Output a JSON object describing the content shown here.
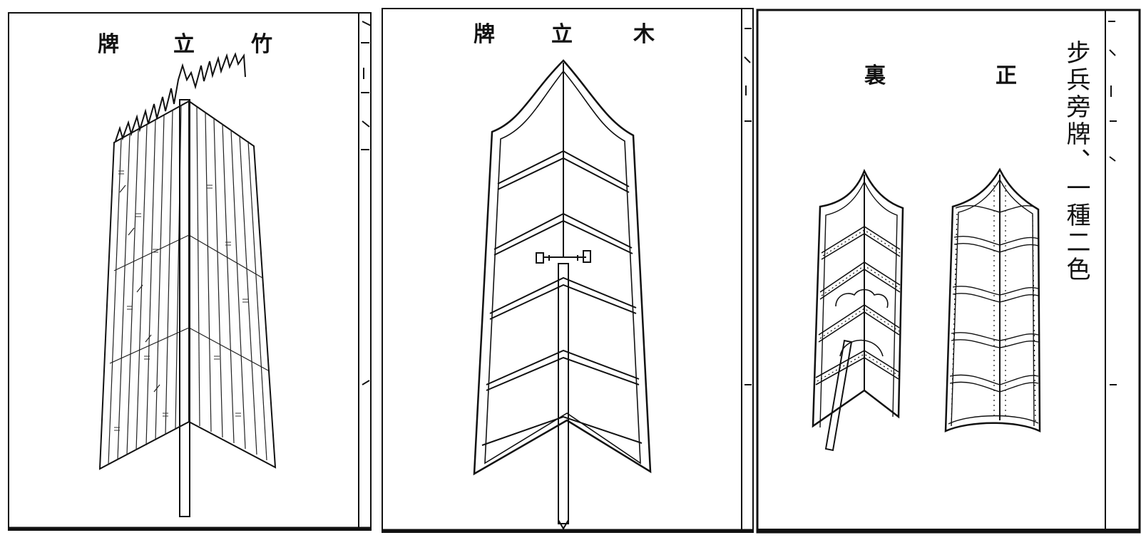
{
  "panel_1": {
    "caption": [
      "牌",
      "立",
      "竹"
    ]
  },
  "panel_2": {
    "caption": [
      "牌",
      "立",
      "木"
    ]
  },
  "panel_3": {
    "caption_left": "裏",
    "caption_right": "正",
    "title_vertical": "步兵旁牌、一種二色"
  }
}
